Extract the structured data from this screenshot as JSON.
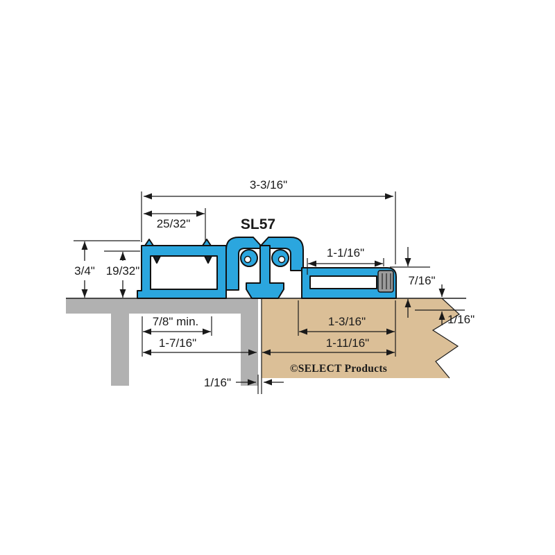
{
  "diagram": {
    "model": "SL57",
    "copyright": "©SELECT Products"
  },
  "dimensions": {
    "overall_width": "3-3/16\"",
    "channel_opening": "25/32\"",
    "frame_leaf_height": "3/4\"",
    "frame_leaf_inner_height": "19/32\"",
    "door_leaf_top": "1-1/16\"",
    "door_leaf_height": "7/16\"",
    "top_clearance": "1/16\"",
    "frame_face_min": "7/8\" min.",
    "frame_leaf_overall": "1-7/16\"",
    "door_inset": "1-3/16\"",
    "door_leaf_overall": "1-11/16\"",
    "frame_door_gap": "1/16\""
  },
  "colors": {
    "hinge": "#2BA6DE",
    "frame": "#B1B1B1",
    "door": "#DBBF97",
    "accent": "#F26522",
    "line": "#1A1A1A"
  }
}
